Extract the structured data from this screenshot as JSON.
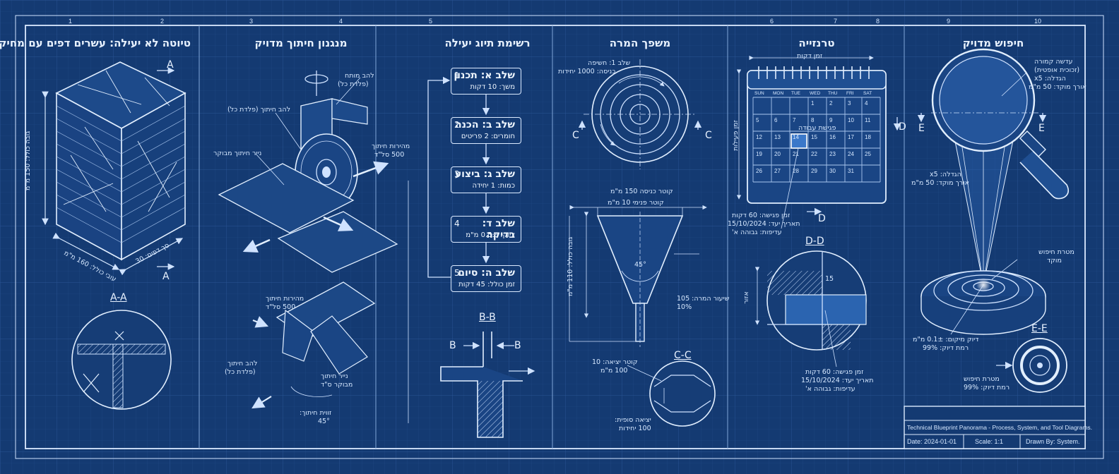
{
  "colors": {
    "background": "#143a72",
    "grid": "#2a5494",
    "line": "#cfe2ff",
    "text": "#e8f2ff"
  },
  "panels": {
    "stack": {
      "title": "טיוטה לא יעילה: עשרים דפים עם מחיקות",
      "height_label": "גובה כולל: 150 מ\"מ",
      "width_label": "עובי כולל: 160 מ\"מ",
      "pages_label": "סך דפים: 30",
      "section_marker": "A",
      "section_title": "A-A"
    },
    "cutter": {
      "title": "מנגנון חיתוך מדויק",
      "labels": {
        "tension_blade": "להב מותח",
        "tension_blade_material": "(פלדת כל)",
        "cut_blade": "להב חיתוך (פלדת כל)",
        "speed": "מהירות חיתוך",
        "speed_value": "500 סל\"ד",
        "paper_fed": "נייר חיתוך מבוקר",
        "speed2": "מהירות חיתוך",
        "speed2_value": "500 סל\"ד",
        "cut_blade2": "להב חיתוך",
        "cut_blade2_material": "(פלדת כל)",
        "paper2": "נייר חיתוך",
        "paper2_sub": "מבוקר ס\"ד",
        "angle": "זווית חיתוך:",
        "angle_value": "45°"
      }
    },
    "flow": {
      "title": "רשימת תיוג יעילה",
      "steps": [
        {
          "num": "1",
          "name": "שלב א: תכנון",
          "detail": "משך: 10 דקות"
        },
        {
          "num": "2",
          "name": "שלב ב: הכנה",
          "detail": "חומרים: 2 פריטים"
        },
        {
          "num": "3",
          "name": "שלב ג: ביצוע",
          "detail": "כמות: 1 יחידה"
        },
        {
          "num": "4",
          "name": "שלב ד: בדיקה",
          "detail": "דיוק: 0.5± מ\"מ"
        },
        {
          "num": "5",
          "name": "שלב ה: סיום",
          "detail": "זמן כולל: 45 דקות"
        }
      ],
      "section_marker": "B",
      "section_title": "B-B"
    },
    "funnel": {
      "title": "משפך המרה",
      "stage_label": "שלב 1: חשיפה",
      "entry_label": "כניסה: 1000 יחידות",
      "section_marker": "C",
      "top_width": "קוטר כניסה 150 מ\"מ",
      "inner_width": "קוטר פנימי 10 מ\"מ",
      "height_label": "גובה כולל: 110 מ\"מ",
      "angle": "45°",
      "conversion": "שיעור המרה: 105",
      "conversion_pct": "10%",
      "exit_label": "קוטר יציאה: 10",
      "exit_value": "100 מ\"מ",
      "output_label": "יציאה סופית:",
      "output_value": "100 יחידות",
      "section_title": "C-C"
    },
    "calendar": {
      "title": "טרנזייה",
      "header": "זמן דקות",
      "side_label": "זמן פעילות",
      "days": [
        "SUN",
        "MON",
        "TUE",
        "WED",
        "THU",
        "FRI",
        "SAT"
      ],
      "dates": [
        [
          "",
          "",
          "",
          "1",
          "2",
          "3",
          "4"
        ],
        [
          "5",
          "6",
          "7",
          "8",
          "9",
          "10",
          "11"
        ],
        [
          "12",
          "13",
          "14",
          "15",
          "16",
          "17",
          "18"
        ],
        [
          "19",
          "20",
          "21",
          "22",
          "23",
          "24",
          "25"
        ],
        [
          "26",
          "27",
          "28",
          "29",
          "30",
          "31",
          ""
        ]
      ],
      "event_label": "פגישת עבודה",
      "note_lines": [
        "זמן פגישה: 60 דקות",
        "תאריך יעד: 15/10/2024",
        "עדיפות: גבוהה א'"
      ],
      "section_marker": "D",
      "section_title": "D-D",
      "detail_number": "15",
      "detail_side": "אזור",
      "note2_lines": [
        "זמן פגישה: 60 דקות",
        "תאריך יעד: 15/10/2024",
        "עדיפות: גבוהה א'"
      ]
    },
    "search": {
      "title": "חיפוש מדויק",
      "lens_lines": [
        "עדשה קמורה",
        "(זכוכית אופטית)",
        "הגדלה: x5",
        "אורך מוקד: 50 מ\"מ"
      ],
      "section_marker": "E",
      "mag_lines": [
        "הגדלה: x5",
        "אורך מוקד: 50 מ\"מ"
      ],
      "target_lines": [
        "מטרת חיפוש",
        "מוקד"
      ],
      "accuracy_lines": [
        "דיוק מיקום: 0.1± מ\"מ",
        "רמת דיוק: 99%"
      ],
      "section_title": "E-E",
      "result_lines": [
        "מטרת חיפוש",
        "רמת דיוק: 99%"
      ]
    }
  },
  "title_block": {
    "description": "Technical Blueprint Panorama - Process, System, and Tool Diagrams.",
    "date": "Date: 2024-01-01",
    "scale": "Scale: 1:1",
    "drawn_by": "Drawn By: System."
  },
  "ruler": {
    "top": [
      "1",
      "2",
      "3",
      "4",
      "5",
      "6",
      "7",
      "8",
      "9",
      "10"
    ]
  }
}
